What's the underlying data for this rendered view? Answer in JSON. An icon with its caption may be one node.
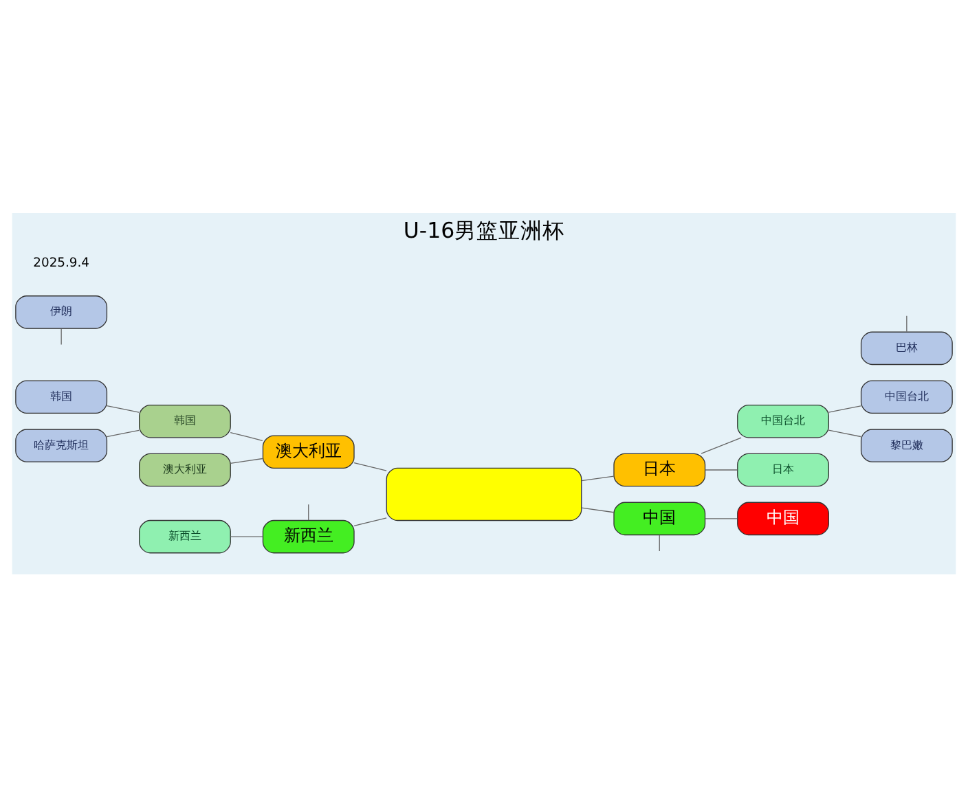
{
  "diagram": {
    "title": "U-16男篮亚洲杯",
    "nodes": [
      {
        "text": [
          "韩国"
        ]
      },
      {
        "text": [
          "中国台北"
        ]
      },
      {
        "text": [
          "韩国"
        ]
      },
      {
        "text": [
          "中国台北"
        ]
      },
      {
        "text": [
          "哈萨克斯坦"
        ]
      },
      {
        "text": [
          "黎巴嫩"
        ]
      },
      {
        "text": [
          "澳大利亚"
        ]
      },
      {
        "text": [
          "日本"
        ]
      },
      {
        "text": [
          "澳大利亚"
        ]
      },
      {
        "text": [
          "日本"
        ]
      },
      {
        "text": [],
        "shape": "box"
      },
      {
        "text": [
          "新西兰"
        ]
      },
      {
        "text": [
          "中国"
        ]
      },
      {
        "text": [
          "新西兰"
        ]
      },
      {
        "text": [
          "中国"
        ]
      },
      {
        "text": [
          "伊朗"
        ]
      },
      {
        "text": [
          "巴林"
        ]
      }
    ],
    "edges": [
      {
        "from": 0,
        "to": 2,
        "arrow": "none"
      },
      {
        "from": 4,
        "to": 2,
        "arrow": "none"
      },
      {
        "from": 2,
        "to": 6,
        "arrow": "none"
      },
      {
        "from": 8,
        "to": 6,
        "arrow": "none"
      },
      {
        "from": 7,
        "to": 3,
        "arrow": "none"
      },
      {
        "from": 3,
        "to": 1,
        "arrow": "none"
      },
      {
        "from": 3,
        "to": 5,
        "arrow": "none"
      },
      {
        "from": 7,
        "to": 9,
        "arrow": "none"
      },
      {
        "from": 6,
        "to": 10,
        "arrow": "none"
      },
      {
        "from": 10,
        "to": 7,
        "arrow": "none"
      },
      {
        "from": 13,
        "to": 10,
        "arrow": "none"
      },
      {
        "from": 10,
        "to": 14,
        "arrow": "none"
      },
      {
        "from": 11,
        "to": 13,
        "arrow": "none"
      },
      {
        "from": 14,
        "to": 12,
        "arrow": "none"
      },
      {
        "from": null,
        "to": 13,
        "arrow": "none"
      },
      {
        "from": 14,
        "to": null,
        "arrow": "none"
      },
      {
        "from": 15,
        "to": null,
        "arrow": "none"
      },
      {
        "from": null,
        "to": 16,
        "arrow": "none"
      }
    ],
    "labels": [
      "2025.9.4"
    ]
  }
}
